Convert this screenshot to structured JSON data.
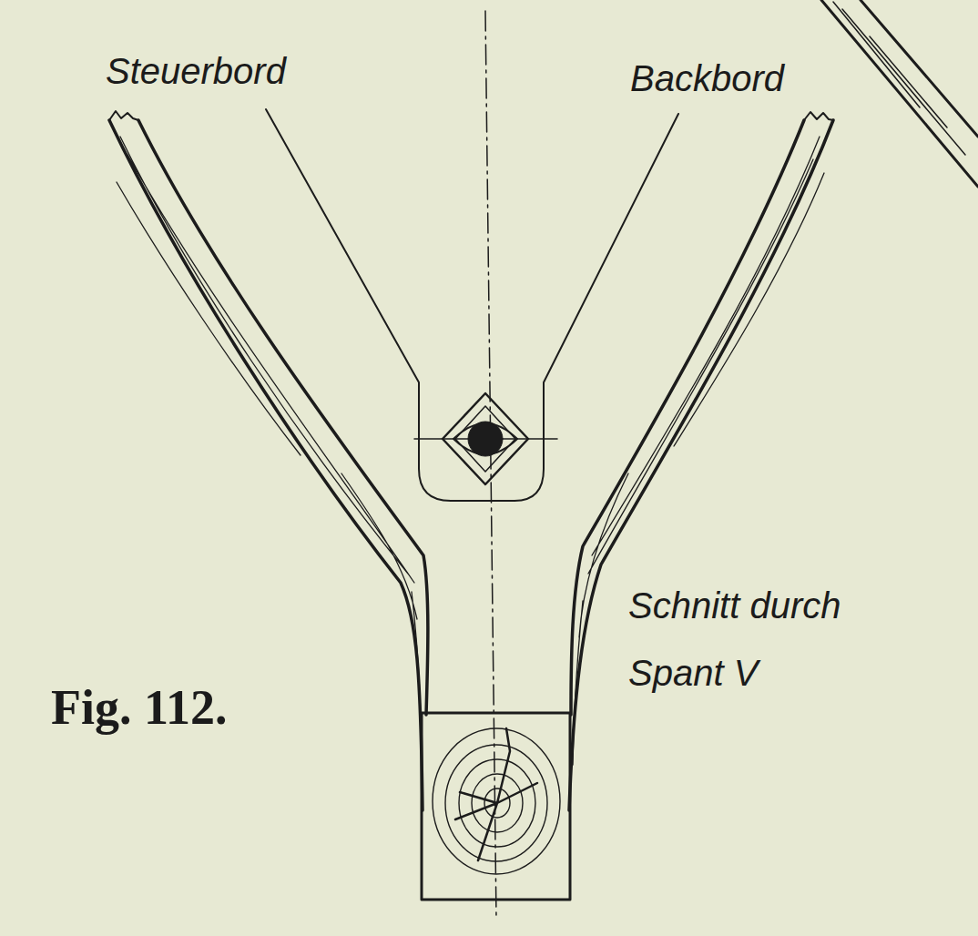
{
  "diagram": {
    "caption": "Fig. 112.",
    "labels": [
      "Steuerbord",
      "Backbord",
      "Schnitt durch Spant V"
    ]
  }
}
